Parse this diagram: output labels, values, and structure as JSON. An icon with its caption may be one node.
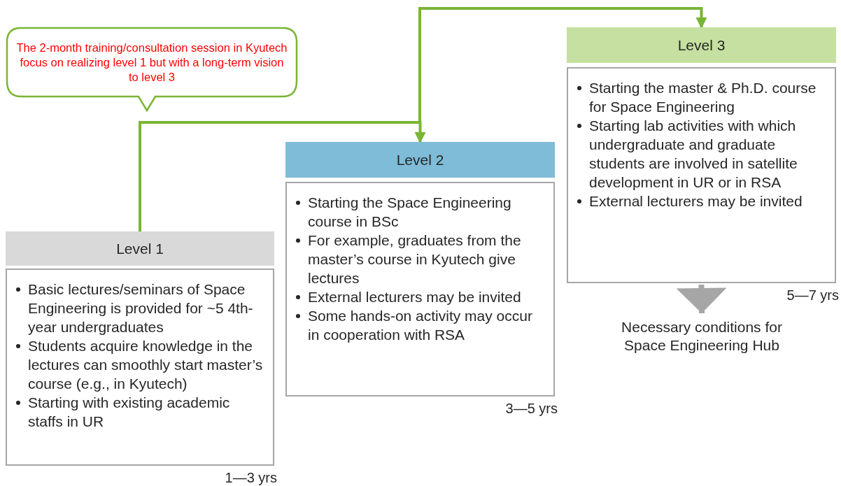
{
  "diagram": {
    "nodes": [
      {
        "text": [
          "The 2-month training/consultation session in Kyutech focus on realizing level 1 but with a long-term vision to level 3"
        ]
      },
      {
        "text": [
          "Level 1"
        ]
      },
      {
        "text": [
          "Basic lectures/seminars of Space Engineering is provided for ~5 4th-year undergraduates",
          "Students acquire knowledge in the lectures can smoothly start master’s course (e.g., in Kyutech)",
          "Starting with existing academic staffs in UR"
        ],
        "beside": [
          "1—3 yrs"
        ]
      },
      {
        "text": [
          "Level 2"
        ]
      },
      {
        "text": [
          "Starting the Space Engineering course in BSc",
          "For example, graduates from the master’s course in Kyutech give lectures",
          "External lecturers may be invited",
          "Some hands-on activity may occur in cooperation with RSA"
        ],
        "beside": [
          "3—5 yrs"
        ]
      },
      {
        "text": [
          "Level 3"
        ]
      },
      {
        "text": [
          "Starting the master & Ph.D. course for Space Engineering",
          "Starting lab activities with which undergraduate and graduate students are involved in satellite development in UR or in RSA",
          "External lecturers may be invited"
        ],
        "beside": [
          "5—7 yrs"
        ]
      },
      {
        "text": [
          "Necessary conditions for Space Engineering Hub"
        ]
      }
    ],
    "edges": [
      {
        "from": 1,
        "to": 3,
        "arrow": "to"
      },
      {
        "from": 1,
        "to": 5,
        "arrow": "to"
      },
      {
        "from": 6,
        "to": 7,
        "arrow": "to",
        "style": "thick",
        "color": "#a6a6a6"
      }
    ]
  }
}
